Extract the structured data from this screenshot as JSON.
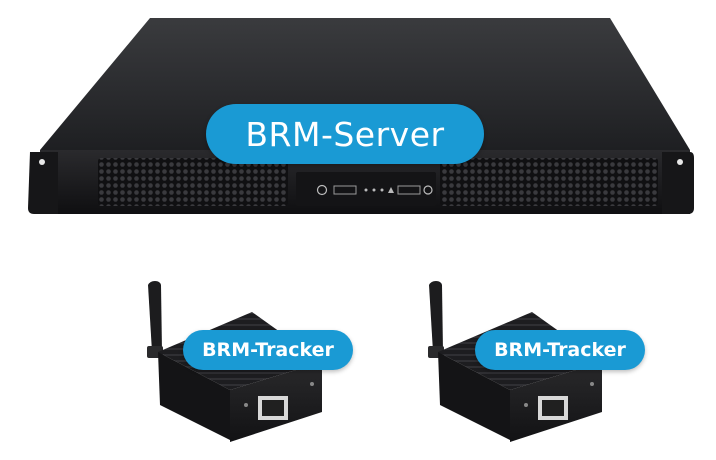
{
  "colors": {
    "pill_blue": "#1a9ad4",
    "device_black": "#1b1b1d"
  },
  "server": {
    "label": "BRM-Server"
  },
  "trackers": [
    {
      "label": "BRM-Tracker"
    },
    {
      "label": "BRM-Tracker"
    }
  ]
}
